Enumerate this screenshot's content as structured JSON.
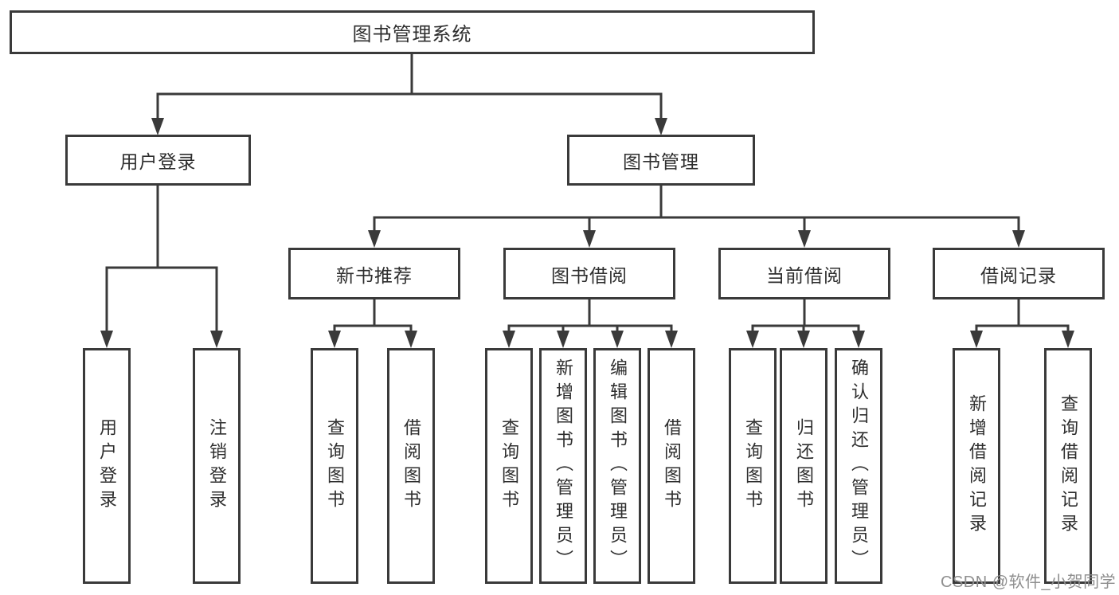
{
  "tree": {
    "root": {
      "label": "图书管理系统"
    },
    "level2": [
      {
        "label": "用户登录",
        "children": [
          "用户登录",
          "注销登录"
        ]
      },
      {
        "label": "图书管理",
        "children": [
          {
            "label": "新书推荐",
            "children": [
              "查询图书",
              "借阅图书"
            ]
          },
          {
            "label": "图书借阅",
            "children": [
              "查询图书",
              "新增图书（管理员）",
              "编辑图书（管理员）",
              "借阅图书"
            ]
          },
          {
            "label": "当前借阅",
            "children": [
              "查询图书",
              "归还图书",
              "确认归还（管理员）"
            ]
          },
          {
            "label": "借阅记录",
            "children": [
              "新增借阅记录",
              "查询借阅记录"
            ]
          }
        ]
      }
    ]
  },
  "icons": {
    "connector_arrow": "filled-triangle-down"
  },
  "watermark": {
    "text": "CSDN @软件_小贺同学"
  },
  "colors": {
    "line": "#3a3a3a",
    "text": "#2e2e2e",
    "background": "#ffffff",
    "watermark": "#8f8f8f"
  }
}
